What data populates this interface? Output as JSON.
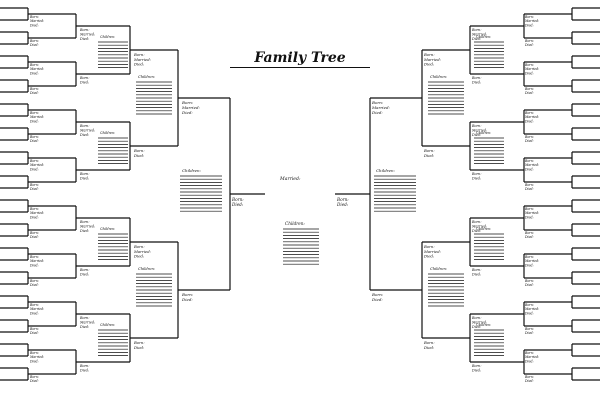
{
  "title": "Family Tree",
  "labels": {
    "born": "Born:",
    "married": "Married:",
    "died": "Died:",
    "children": "Children:",
    "center_married": "Married:"
  },
  "colors": {
    "ink": "#111111",
    "paper": "#ffffff"
  }
}
